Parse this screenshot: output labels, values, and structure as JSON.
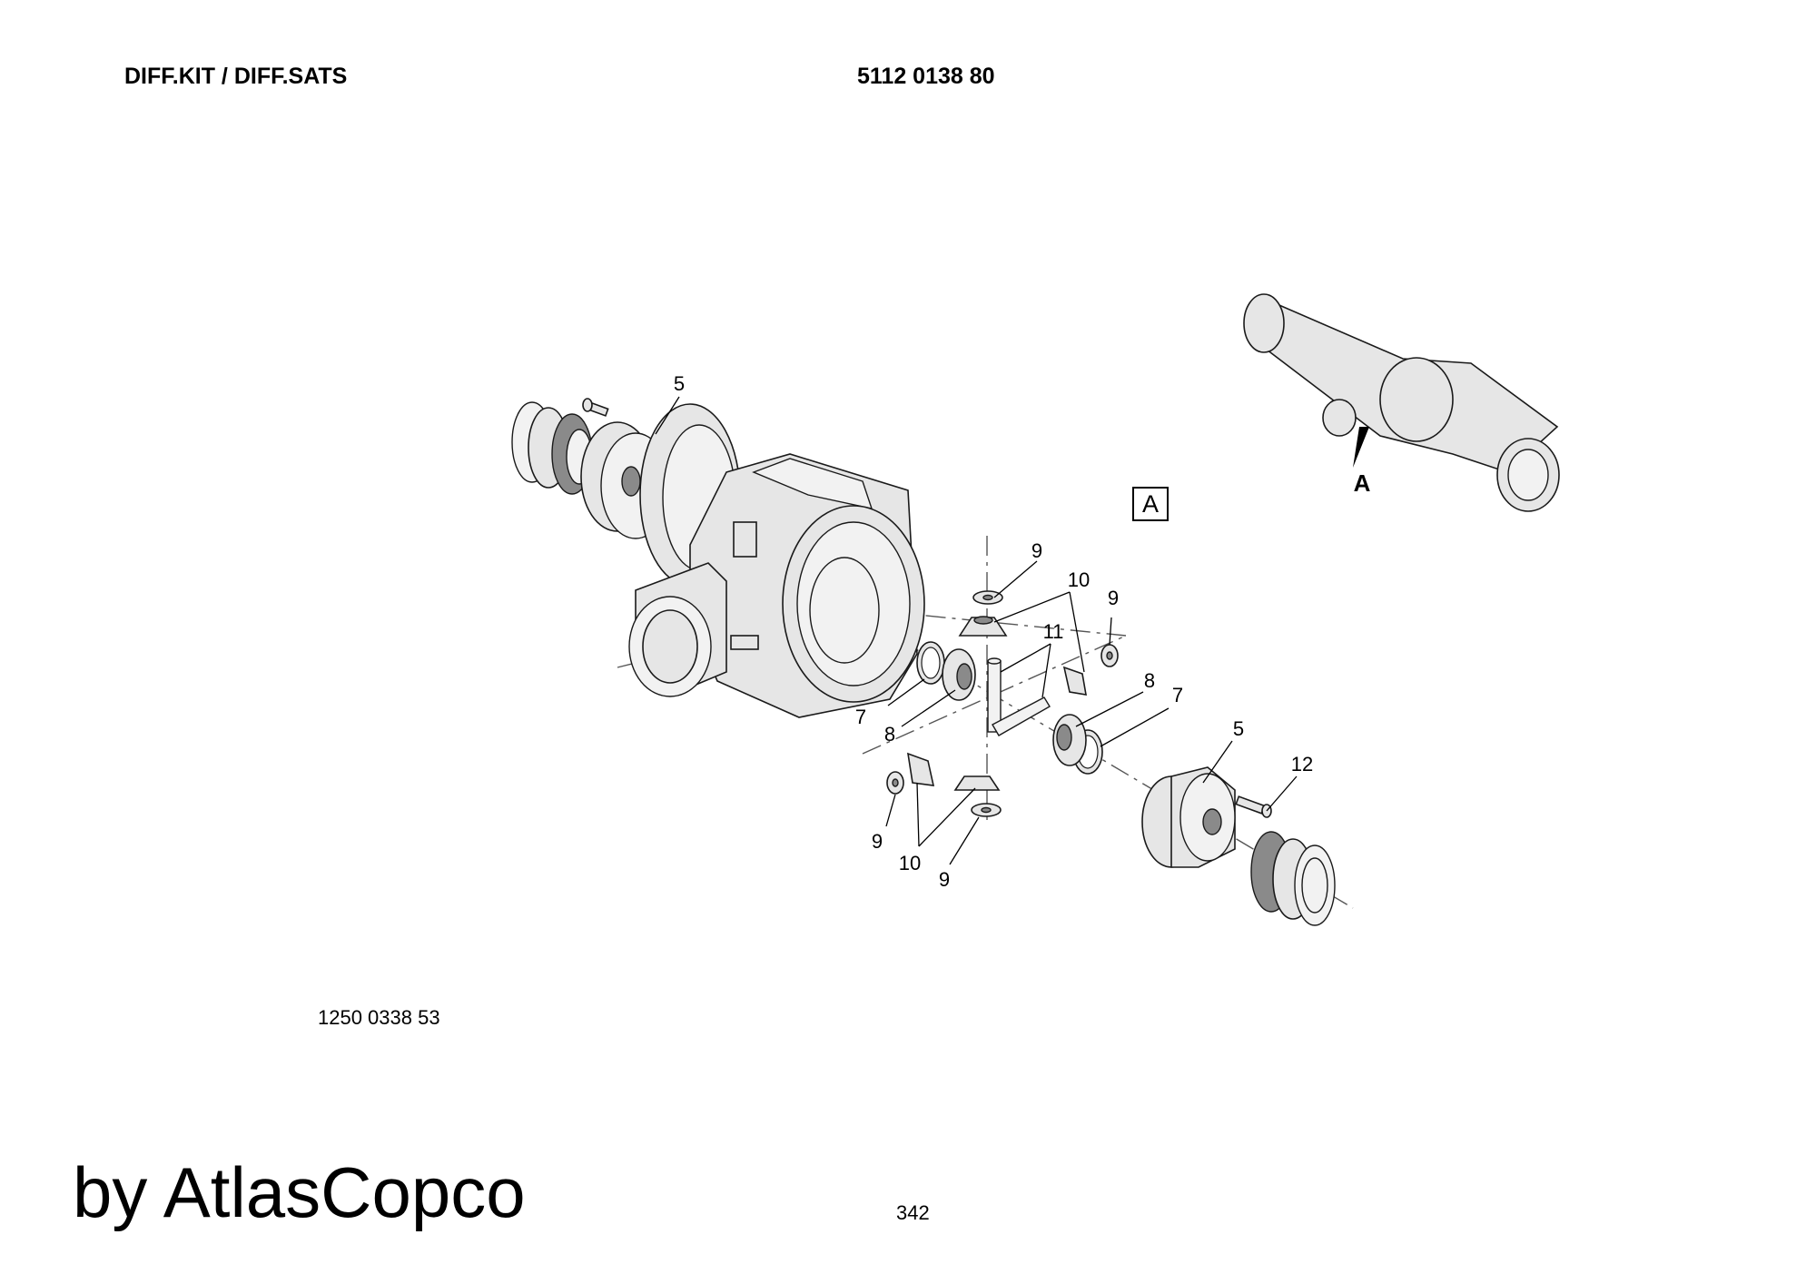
{
  "header": {
    "title": "DIFF.KIT / DIFF.SATS",
    "part_number": "5112 0138 80"
  },
  "drawing_number": "1250 0338 53",
  "brand": "by AtlasCopco",
  "page_number": "342",
  "view_marker": "A",
  "overview_marker": "A",
  "callouts": {
    "c5a": "5",
    "c9a": "9",
    "c10a": "10",
    "c9b": "9",
    "c11": "11",
    "c8a": "8",
    "c7a": "7",
    "c7b": "7",
    "c8b": "8",
    "c5b": "5",
    "c12": "12",
    "c9c": "9",
    "c10b": "10",
    "c9d": "9"
  }
}
